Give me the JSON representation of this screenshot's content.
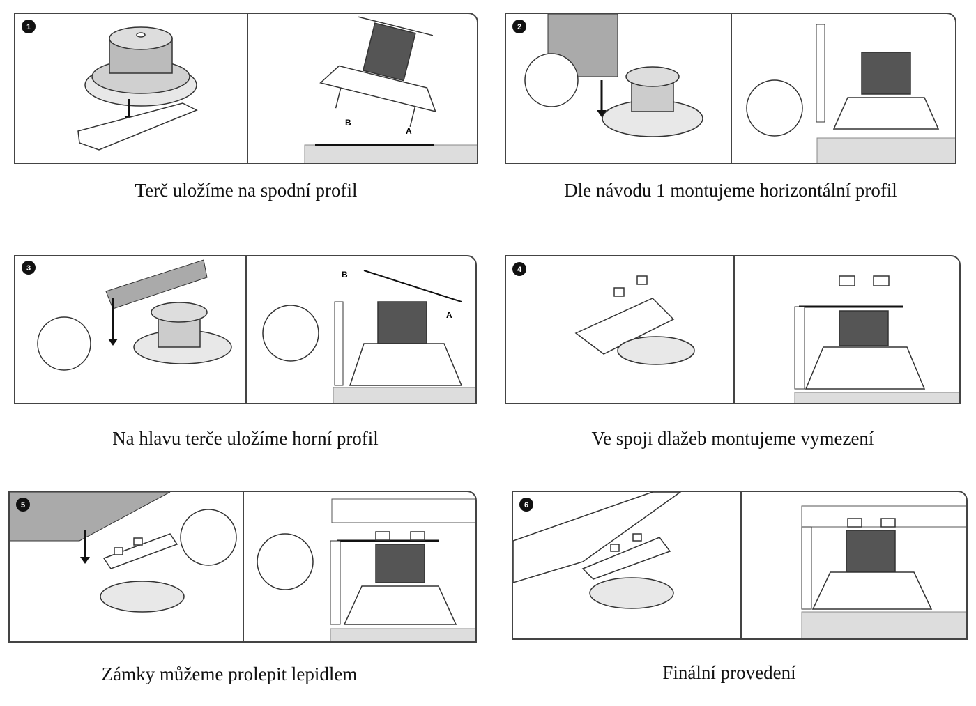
{
  "steps": [
    {
      "number": "1",
      "caption": "Terč uložíme na spodní profil"
    },
    {
      "number": "2",
      "caption": "Dle návodu 1 montujeme horizontální profil"
    },
    {
      "number": "3",
      "caption": "Na hlavu terče uložíme horní profil"
    },
    {
      "number": "4",
      "caption": "Ve spoji dlažeb montujeme vymezení"
    },
    {
      "number": "5",
      "caption": "Zámky můžeme prolepit lepidlem"
    },
    {
      "number": "6",
      "caption": "Finální provedení"
    }
  ],
  "markers": {
    "a": "A",
    "b": "B"
  },
  "icons": [
    "pedestal-icon",
    "profile-rail-icon",
    "glue-bottle-icon",
    "down-arrow-icon",
    "spacer-clip-icon",
    "tile-slab-icon",
    "hatched-wall-icon"
  ]
}
